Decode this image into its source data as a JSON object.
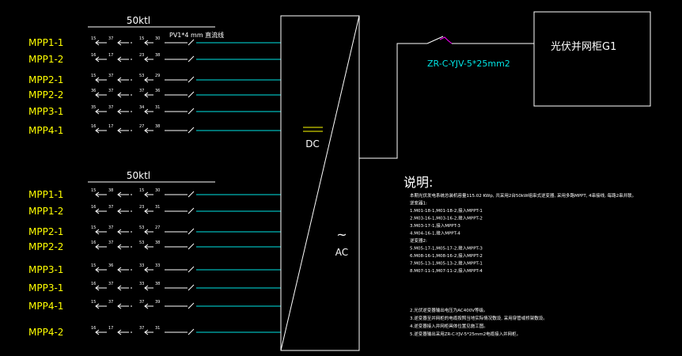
{
  "colors": {
    "background": "#000000",
    "mpp_label": "#ffff00",
    "string_line": "#00e5e5",
    "white_line": "#ffffff",
    "cable_label": "#00e5e5",
    "breaker": "#ff00ff"
  },
  "groups": [
    {
      "header": "50ktl",
      "note": "PV1*4 mm 直流线",
      "rows": [
        {
          "label": "MPP1-1",
          "nums": [
            "15",
            "37",
            "15",
            "30"
          ]
        },
        {
          "label": "MPP1-2",
          "nums": [
            "16",
            "17",
            "23",
            "38"
          ]
        },
        {
          "label": "MPP2-1",
          "nums": [
            "15",
            "37",
            "53",
            "29"
          ]
        },
        {
          "label": "MPP2-2",
          "nums": [
            "36",
            "37",
            "37",
            "36"
          ]
        },
        {
          "label": "MPP3-1",
          "nums": [
            "35",
            "37",
            "34",
            "31"
          ]
        },
        {
          "label": "MPP4-1",
          "nums": [
            "16",
            "17",
            "27",
            "38"
          ]
        }
      ]
    },
    {
      "header": "50ktl",
      "note": "",
      "rows": [
        {
          "label": "MPP1-1",
          "nums": [
            "15",
            "38",
            "15",
            "30"
          ]
        },
        {
          "label": "MPP1-2",
          "nums": [
            "16",
            "37",
            "23",
            "31"
          ]
        },
        {
          "label": "MPP2-1",
          "nums": [
            "15",
            "37",
            "53",
            "27"
          ]
        },
        {
          "label": "MPP2-2",
          "nums": [
            "16",
            "37",
            "53",
            "38"
          ]
        },
        {
          "label": "MPP3-1",
          "nums": [
            "15",
            "36",
            "33",
            "33"
          ]
        },
        {
          "label": "MPP3-1",
          "nums": [
            "16",
            "37",
            "33",
            "38"
          ]
        },
        {
          "label": "MPP4-1",
          "nums": [
            "15",
            "37",
            "37",
            "39"
          ]
        },
        {
          "label": "MPP4-2",
          "nums": [
            "16",
            "17",
            "37",
            "31"
          ]
        }
      ]
    }
  ],
  "inverter": {
    "dc_label": "DC",
    "ac_symbol": "~",
    "ac_label": "AC"
  },
  "cable_label": "ZR-C-YJV-5*25mm2",
  "cabinet_label": "光伏并网柜G1",
  "notes": {
    "title": "说明:",
    "lines": [
      "本期光伏发电系统总装机容量115.02 KWp, 共采用2台50kW组串式逆变器, 采用多路MPPT, 4串接线, 每路2串并联。",
      "逆变器1:",
      "1.M01-18-1,M01-18-2,接入MPPT-1",
      "2.M03-16-1,M03-16-2,接入MPPT-2",
      "3.M03-17-1,接入MPPT-3",
      "4.M04-16-1,接入MPPT-4",
      "逆变器2:",
      "5.M05-17-1,M05-17-2,接入MPPT-3",
      "6.M08-16-1,M08-16-2,接入MPPT-2",
      "7.M05-13-1,M05-13-2,接入MPPT-1",
      "8.M07-11-1,M07-11-2,接入MPPT-4"
    ],
    "footer": [
      "2.光伏逆变器输出电压为AC400V等级。",
      "3.逆变器至并网柜的电缆按照当地实际情况敷设, 采用穿管或桥架敷设。",
      "4.逆变器接入并网柜具体位置见施工图。",
      "5.逆变器输出采用ZR-C-YJV-5*25mm2电缆接入并网柜。"
    ]
  }
}
